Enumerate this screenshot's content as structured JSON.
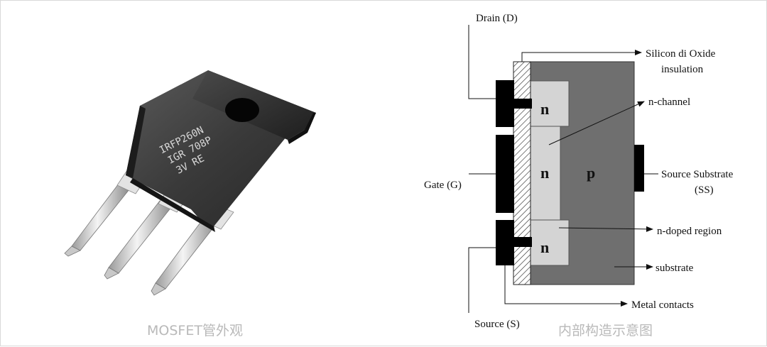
{
  "photo": {
    "marking_lines": [
      "IRFP260N",
      "IGR 708P",
      "3V  RE"
    ],
    "caption": "MOSFET管外观"
  },
  "diagram": {
    "caption": "内部构造示意图",
    "labels": {
      "drain": "Drain (D)",
      "gate": "Gate (G)",
      "source": "Source (S)",
      "oxide_line1": "Silicon di Oxide",
      "oxide_line2": "insulation",
      "n_channel": "n-channel",
      "source_substrate_line1": "Source Substrate",
      "source_substrate_line2": "(SS)",
      "n_doped": "n-doped region",
      "substrate": "substrate",
      "metal_contacts": "Metal contacts"
    },
    "regions": {
      "top_n": "n",
      "mid_n": "n",
      "bottom_n": "n",
      "p": "p"
    },
    "colors": {
      "substrate": "#6f6f6f",
      "n_region": "#d4d4d4",
      "metal": "#000000"
    }
  }
}
